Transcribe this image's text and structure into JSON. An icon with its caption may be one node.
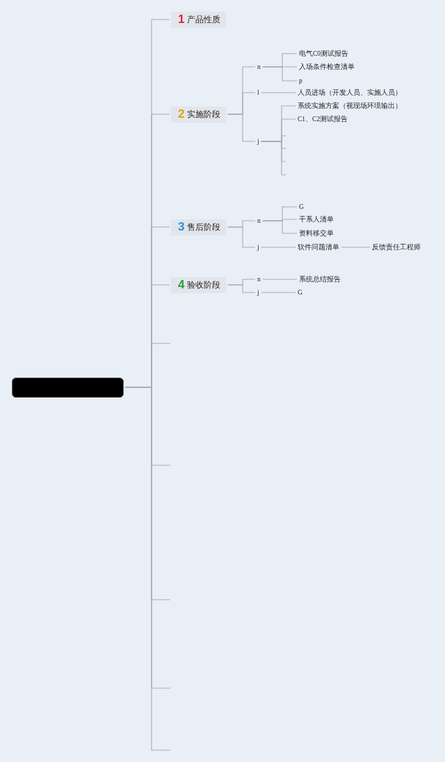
{
  "diagram": {
    "nodes": [
      {
        "text": [],
        "shape": "box"
      },
      {
        "text": [
          "1",
          "产品性质"
        ]
      },
      {
        "text": [
          "2",
          "实施阶段"
        ]
      },
      {
        "text": [
          "n"
        ]
      },
      {
        "text": [
          "电气C0测试报告"
        ]
      },
      {
        "text": [
          "入场条件检查清单"
        ]
      },
      {
        "text": [
          "p"
        ]
      },
      {
        "text": [
          "l"
        ]
      },
      {
        "text": [
          "人员进场（开发人员、实施人员）"
        ]
      },
      {
        "text": [
          "j"
        ]
      },
      {
        "text": [
          "系统实施方案（视现场环境输出）"
        ]
      },
      {
        "text": [
          "C1、C2测试报告"
        ]
      },
      {
        "text": [
          "3",
          "售后阶段"
        ]
      },
      {
        "text": [
          "n"
        ]
      },
      {
        "text": [
          "G"
        ]
      },
      {
        "text": [
          "干系人清单"
        ]
      },
      {
        "text": [
          "资料移交单"
        ]
      },
      {
        "text": [
          "j"
        ]
      },
      {
        "text": [
          "软件问题清单"
        ]
      },
      {
        "text": [
          "反馈责任工程师"
        ]
      },
      {
        "text": [
          "4",
          "验收阶段"
        ]
      },
      {
        "text": [
          "n"
        ]
      },
      {
        "text": [
          "系统总结报告"
        ]
      },
      {
        "text": [
          "j"
        ]
      },
      {
        "text": [
          "G"
        ]
      }
    ],
    "edges": [
      {
        "from": 0,
        "to": 1,
        "arrow": "none"
      },
      {
        "from": 0,
        "to": 2,
        "arrow": "none"
      },
      {
        "from": 0,
        "to": 12,
        "arrow": "none"
      },
      {
        "from": 0,
        "to": 20,
        "arrow": "none"
      },
      {
        "from": 0,
        "to": null,
        "arrow": "none"
      },
      {
        "from": 0,
        "to": null,
        "arrow": "none"
      },
      {
        "from": 0,
        "to": null,
        "arrow": "none"
      },
      {
        "from": 0,
        "to": null,
        "arrow": "none"
      },
      {
        "from": 0,
        "to": null,
        "arrow": "none"
      },
      {
        "from": 2,
        "to": 3,
        "arrow": "none"
      },
      {
        "from": 3,
        "to": 4,
        "arrow": "none"
      },
      {
        "from": 3,
        "to": 5,
        "arrow": "none"
      },
      {
        "from": 3,
        "to": 6,
        "arrow": "none"
      },
      {
        "from": 2,
        "to": 7,
        "arrow": "none"
      },
      {
        "from": 7,
        "to": 8,
        "arrow": "none"
      },
      {
        "from": 2,
        "to": 9,
        "arrow": "none"
      },
      {
        "from": 9,
        "to": 10,
        "arrow": "none"
      },
      {
        "from": 9,
        "to": 11,
        "arrow": "none"
      },
      {
        "from": 9,
        "to": null,
        "arrow": "none"
      },
      {
        "from": 9,
        "to": null,
        "arrow": "none"
      },
      {
        "from": 9,
        "to": null,
        "arrow": "none"
      },
      {
        "from": 9,
        "to": null,
        "arrow": "none"
      },
      {
        "from": 12,
        "to": 13,
        "arrow": "none"
      },
      {
        "from": 13,
        "to": 14,
        "arrow": "none"
      },
      {
        "from": 13,
        "to": 15,
        "arrow": "none"
      },
      {
        "from": 13,
        "to": 16,
        "arrow": "none"
      },
      {
        "from": 12,
        "to": 17,
        "arrow": "none"
      },
      {
        "from": 17,
        "to": 18,
        "arrow": "none"
      },
      {
        "from": 18,
        "to": 19,
        "arrow": "none"
      },
      {
        "from": 20,
        "to": 21,
        "arrow": "none"
      },
      {
        "from": 21,
        "to": 22,
        "arrow": "none"
      },
      {
        "from": 20,
        "to": 23,
        "arrow": "none"
      },
      {
        "from": 23,
        "to": 24,
        "arrow": "none"
      }
    ]
  }
}
